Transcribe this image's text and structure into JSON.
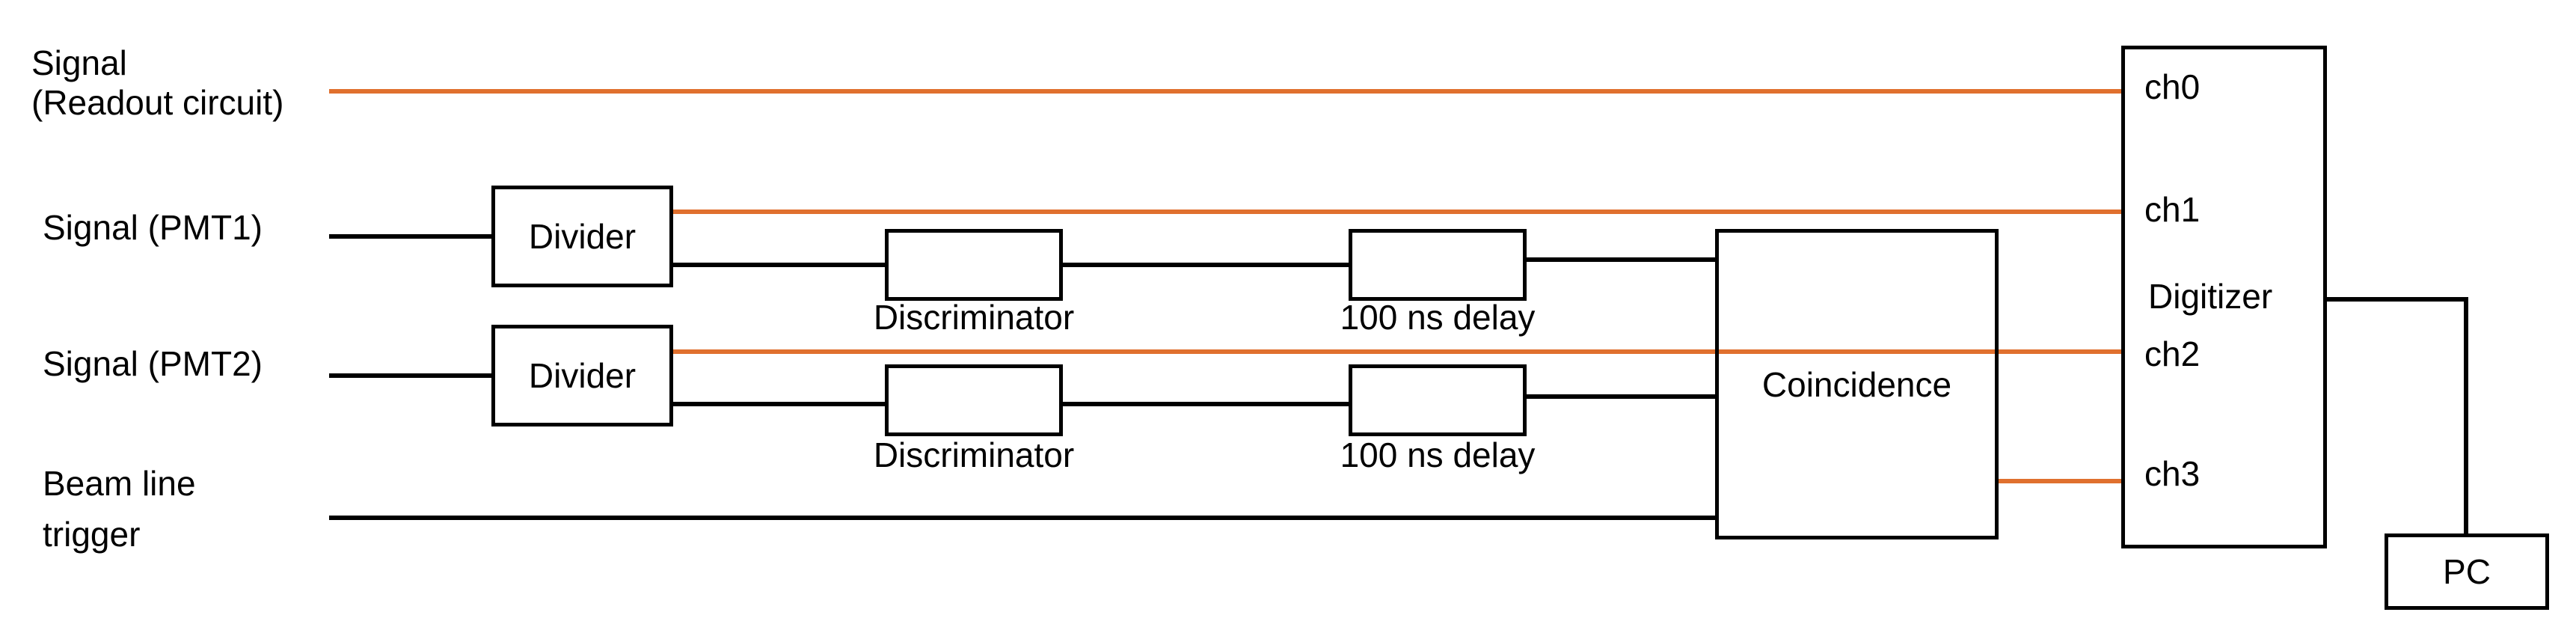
{
  "inputs": {
    "readout_line1": "Signal",
    "readout_line2": "(Readout circuit)",
    "pmt1": "Signal (PMT1)",
    "pmt2": "Signal (PMT2)",
    "beam_line1": "Beam line",
    "beam_line2": "trigger"
  },
  "modules": {
    "divider": "Divider",
    "discriminator": "Discriminator",
    "delay": "100 ns delay",
    "coincidence": "Coincidence",
    "digitizer": "Digitizer",
    "pc": "PC"
  },
  "channels": [
    "ch0",
    "ch1",
    "ch2",
    "ch3"
  ],
  "colors": {
    "signal_line": "#E0702E",
    "logic_line": "#000000"
  }
}
